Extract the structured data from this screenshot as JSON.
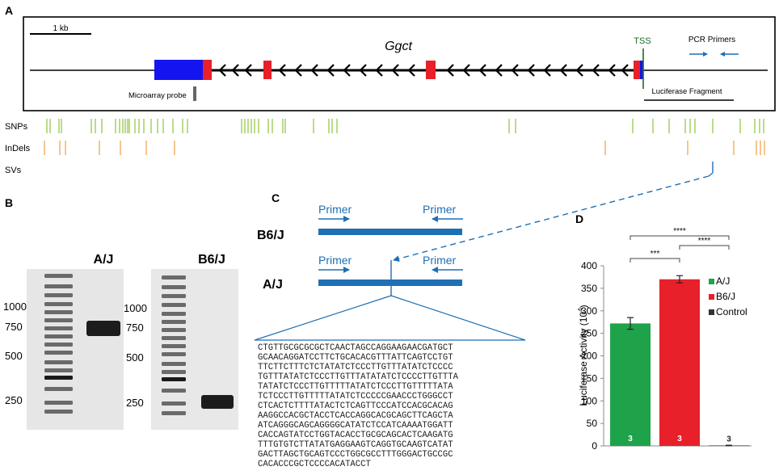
{
  "panels": {
    "a": "A",
    "b": "B",
    "c": "C",
    "d": "D"
  },
  "panelA": {
    "scale_label": "1 kb",
    "gene_name": "Ggct",
    "tss_label": "TSS",
    "pcr_label": "PCR Primers",
    "probe_label": "Microarray probe",
    "luciferase_label": "Luciferase Fragment",
    "tracks": [
      "SNPs",
      "InDels",
      "SVs"
    ],
    "colors": {
      "exon": "#e8202a",
      "probe_block": "#1414f0",
      "snp": "#8cc43c",
      "indel": "#f0a040",
      "primer": "#1f6fb5",
      "tss": "#1a6b2a"
    }
  },
  "panelB": {
    "lanes": [
      "A/J",
      "B6/J"
    ],
    "ladder_labels": [
      "1000",
      "750",
      "500",
      "250"
    ]
  },
  "panelC": {
    "strains": [
      "B6/J",
      "A/J"
    ],
    "primer_label": "Primer",
    "sequence": [
      "CTGTTGCGCGCGCTCAACTAGCCAGGAAGAACGATGCT",
      "GCAACAGGATCCTTCTGCACACGTTTATTCAGTCCTGT",
      "TTCTTCTTTCTCTATATCTCCCTTGTTTATATCTCCCC",
      "TGTTTATATCTCCCTTGTTTATATATCTCCCCTTGTTTA",
      "TATATCTCCCTTGTTTTTATATCTCCCTTGTTTTTATA",
      "TCTCCCTTGTTTTTATATCTCCCCCGAACCCTGGGCCT",
      "CTCACTCTTTTATACTCTCAGTTCCCATCCACGCACAG",
      "AAGGCCACGCTACCTCACCAGGCACGCAGCTTCAGCTA",
      "ATCAGGGCAGCAGGGGCATATCTCCATCAAAATGGATT",
      "CACCAGTATCCTGGTACACCTGCGCAGCACTCAAGATG",
      "TTTGTGTCTTATATGAGGAAGTCAGGTGCAAGTCATAT",
      "GACTTAGCTGCAGTCCCTGGCGCCTTTGGGACTGCCGC",
      "CACACCCGCTCCCCACATACCT"
    ]
  },
  "chart_data": {
    "type": "bar",
    "categories": [
      "A/J",
      "B6/J",
      "Control"
    ],
    "values": [
      272,
      370,
      1
    ],
    "errors": [
      13,
      8,
      0.5
    ],
    "n_labels": [
      "3",
      "3",
      "3"
    ],
    "colors": [
      "#1fa34a",
      "#e8202a",
      "#333333"
    ],
    "ylabel": "Luciferase Activity (10⁴)",
    "ylim": [
      0,
      400
    ],
    "yticks": [
      0,
      50,
      100,
      150,
      200,
      250,
      300,
      350,
      400
    ],
    "legend": [
      "A/J",
      "B6/J",
      "Control"
    ],
    "legend_position": "top-right",
    "significance": [
      {
        "pair": [
          "A/J",
          "B6/J"
        ],
        "label": "***"
      },
      {
        "pair": [
          "A/J",
          "Control"
        ],
        "label": "****"
      },
      {
        "pair": [
          "B6/J",
          "Control"
        ],
        "label": "****"
      }
    ]
  }
}
